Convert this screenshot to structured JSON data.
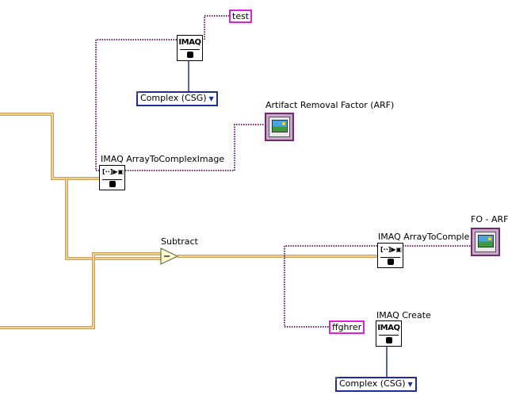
{
  "labels": {
    "arf": "Artifact Removal Factor (ARF)",
    "array_to_complex_1": "IMAQ ArrayToComplexImage",
    "subtract": "Subtract",
    "array_to_complex_2": "IMAQ ArrayToComple",
    "fo_arf": "FO - ARF",
    "imaq_create": "IMAQ Create"
  },
  "constants": {
    "test_name": "test",
    "ffghrer_name": "ffghrer",
    "image_type_1": "Complex (CSG)",
    "image_type_2": "Complex (CSG)"
  },
  "vi_icons": {
    "imaq_text": "IMAQ"
  },
  "colors": {
    "image_wire": "#7a2a7a",
    "numeric_wire": "#e0a030",
    "enum_border": "#1e2d9b",
    "string_border": "#e01ee0"
  }
}
